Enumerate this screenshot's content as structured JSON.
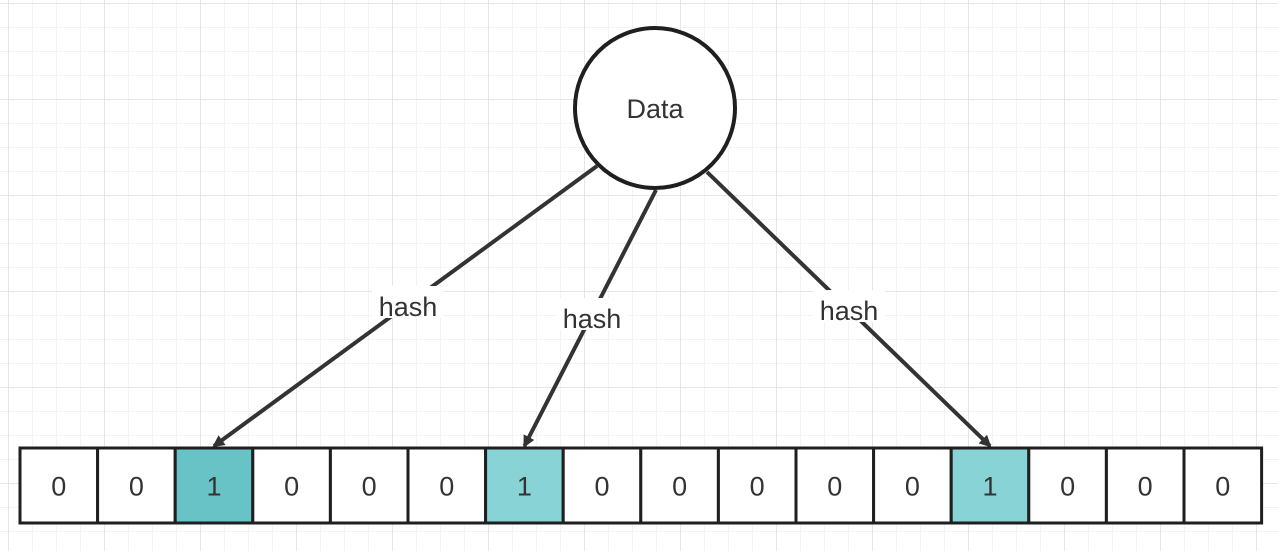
{
  "data_node": {
    "label": "Data"
  },
  "edges": [
    {
      "label": "hash",
      "target_index": 2
    },
    {
      "label": "hash",
      "target_index": 6
    },
    {
      "label": "hash",
      "target_index": 12
    }
  ],
  "bit_array": [
    {
      "value": "0",
      "set": false
    },
    {
      "value": "0",
      "set": false
    },
    {
      "value": "1",
      "set": true,
      "fill": "#67c3c6"
    },
    {
      "value": "0",
      "set": false
    },
    {
      "value": "0",
      "set": false
    },
    {
      "value": "0",
      "set": false
    },
    {
      "value": "1",
      "set": true,
      "fill": "#87d3d6"
    },
    {
      "value": "0",
      "set": false
    },
    {
      "value": "0",
      "set": false
    },
    {
      "value": "0",
      "set": false
    },
    {
      "value": "0",
      "set": false
    },
    {
      "value": "0",
      "set": false
    },
    {
      "value": "1",
      "set": true,
      "fill": "#87d3d6"
    },
    {
      "value": "0",
      "set": false
    },
    {
      "value": "0",
      "set": false
    },
    {
      "value": "0",
      "set": false
    }
  ],
  "colors": {
    "stroke": "#1f1f1f",
    "text": "#333333",
    "cell_fill": "#ffffff"
  }
}
